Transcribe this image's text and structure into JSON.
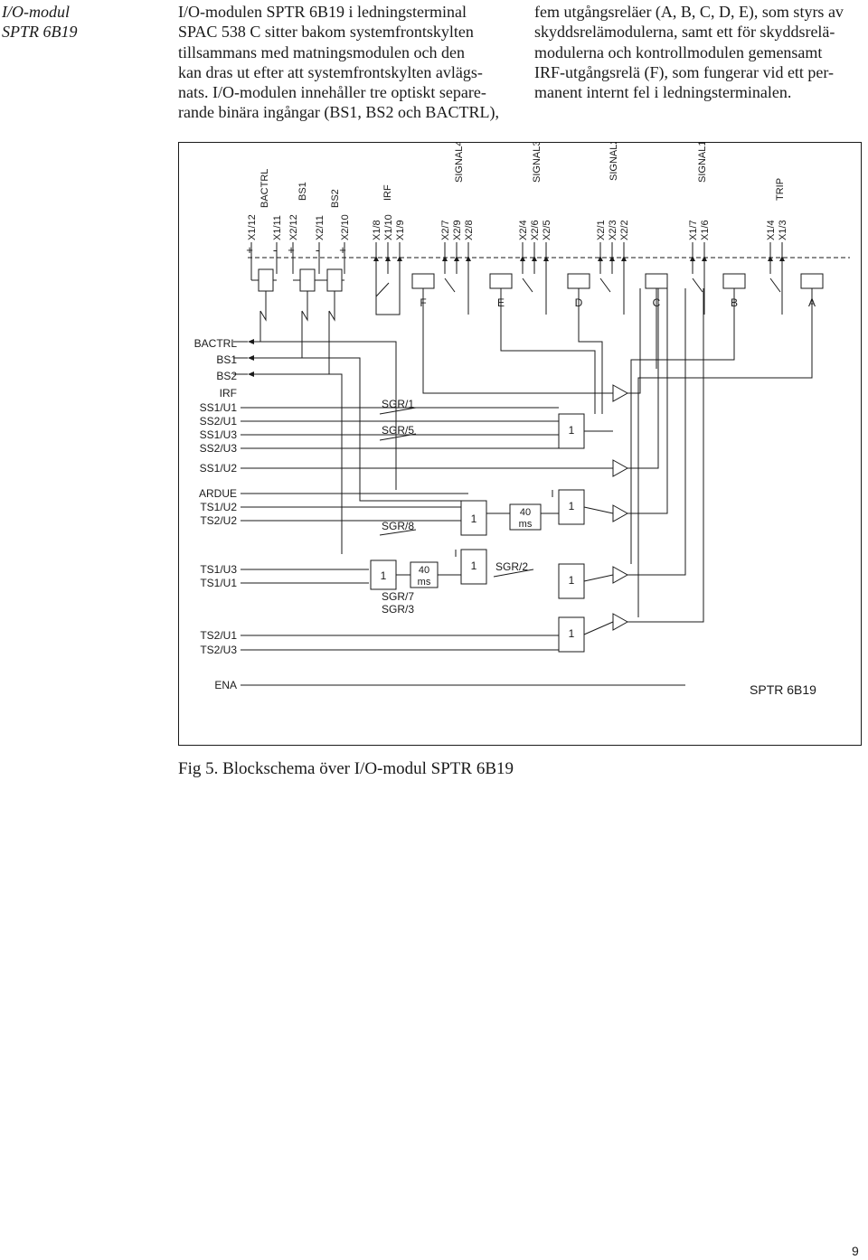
{
  "sidebar": {
    "title_lines": [
      "I/O-modul",
      "SPTR 6B19"
    ]
  },
  "body": {
    "col1_lines": [
      "I/O-modulen SPTR 6B19 i ledningsterminal",
      "SPAC 538 C sitter bakom systemfrontskylten",
      "tillsammans med matningsmodulen och den",
      "kan dras ut efter att systemfrontskylten avlägs-",
      "nats. I/O-modulen innehåller tre optiskt separe-",
      "rande binära ingångar (BS1, BS2 och BACTRL),"
    ],
    "col2_lines": [
      "fem utgångsreläer (A, B, C, D, E), som styrs av",
      "skyddsrelämodulerna, samt ett för skyddsrelä-",
      "modulerna och kontrollmodulen gemensamt",
      "IRF-utgångsrelä (F), som fungerar vid ett per-",
      "manent internt fel i ledningsterminalen."
    ]
  },
  "diagram": {
    "model_label": "SPTR 6B19",
    "terminals": [
      "X1/12",
      "X1/11",
      "X2/12",
      "X2/11",
      "X2/10",
      "X1/8",
      "X1/10",
      "X1/9",
      "X2/7",
      "X2/9",
      "X2/8",
      "X2/4",
      "X2/6",
      "X2/5",
      "X2/1",
      "X2/3",
      "X2/2",
      "X1/7",
      "X1/6",
      "X1/4",
      "X1/3"
    ],
    "polarity": [
      "+",
      "-",
      "+",
      "-",
      "+"
    ],
    "group_labels": [
      "BACTRL",
      "BS1",
      "BS2",
      "IRF",
      "SIGNAL4",
      "SIGNAL3",
      "SIGNAL2",
      "SIGNAL1",
      "TRIP"
    ],
    "relay_letters": [
      "F",
      "E",
      "D",
      "C",
      "B",
      "A"
    ],
    "inputs_top": [
      "BACTRL",
      "BS1",
      "BS2"
    ],
    "signals": [
      "IRF",
      "SS1/U1",
      "SS2/U1",
      "SS1/U3",
      "SS2/U3",
      "SS1/U2",
      "ARDUE",
      "TS1/U2",
      "TS2/U2",
      "TS1/U3",
      "TS1/U1",
      "TS2/U1",
      "TS2/U3",
      "ENA"
    ],
    "sgr": [
      "SGR/1",
      "SGR/5",
      "SGR/8",
      "SGR/2",
      "SGR/7",
      "SGR/3"
    ],
    "gate_label": "1",
    "timer_value": "40",
    "timer_unit": "ms"
  },
  "caption": "Fig 5. Blockschema över I/O-modul SPTR 6B19",
  "page_number": "9"
}
